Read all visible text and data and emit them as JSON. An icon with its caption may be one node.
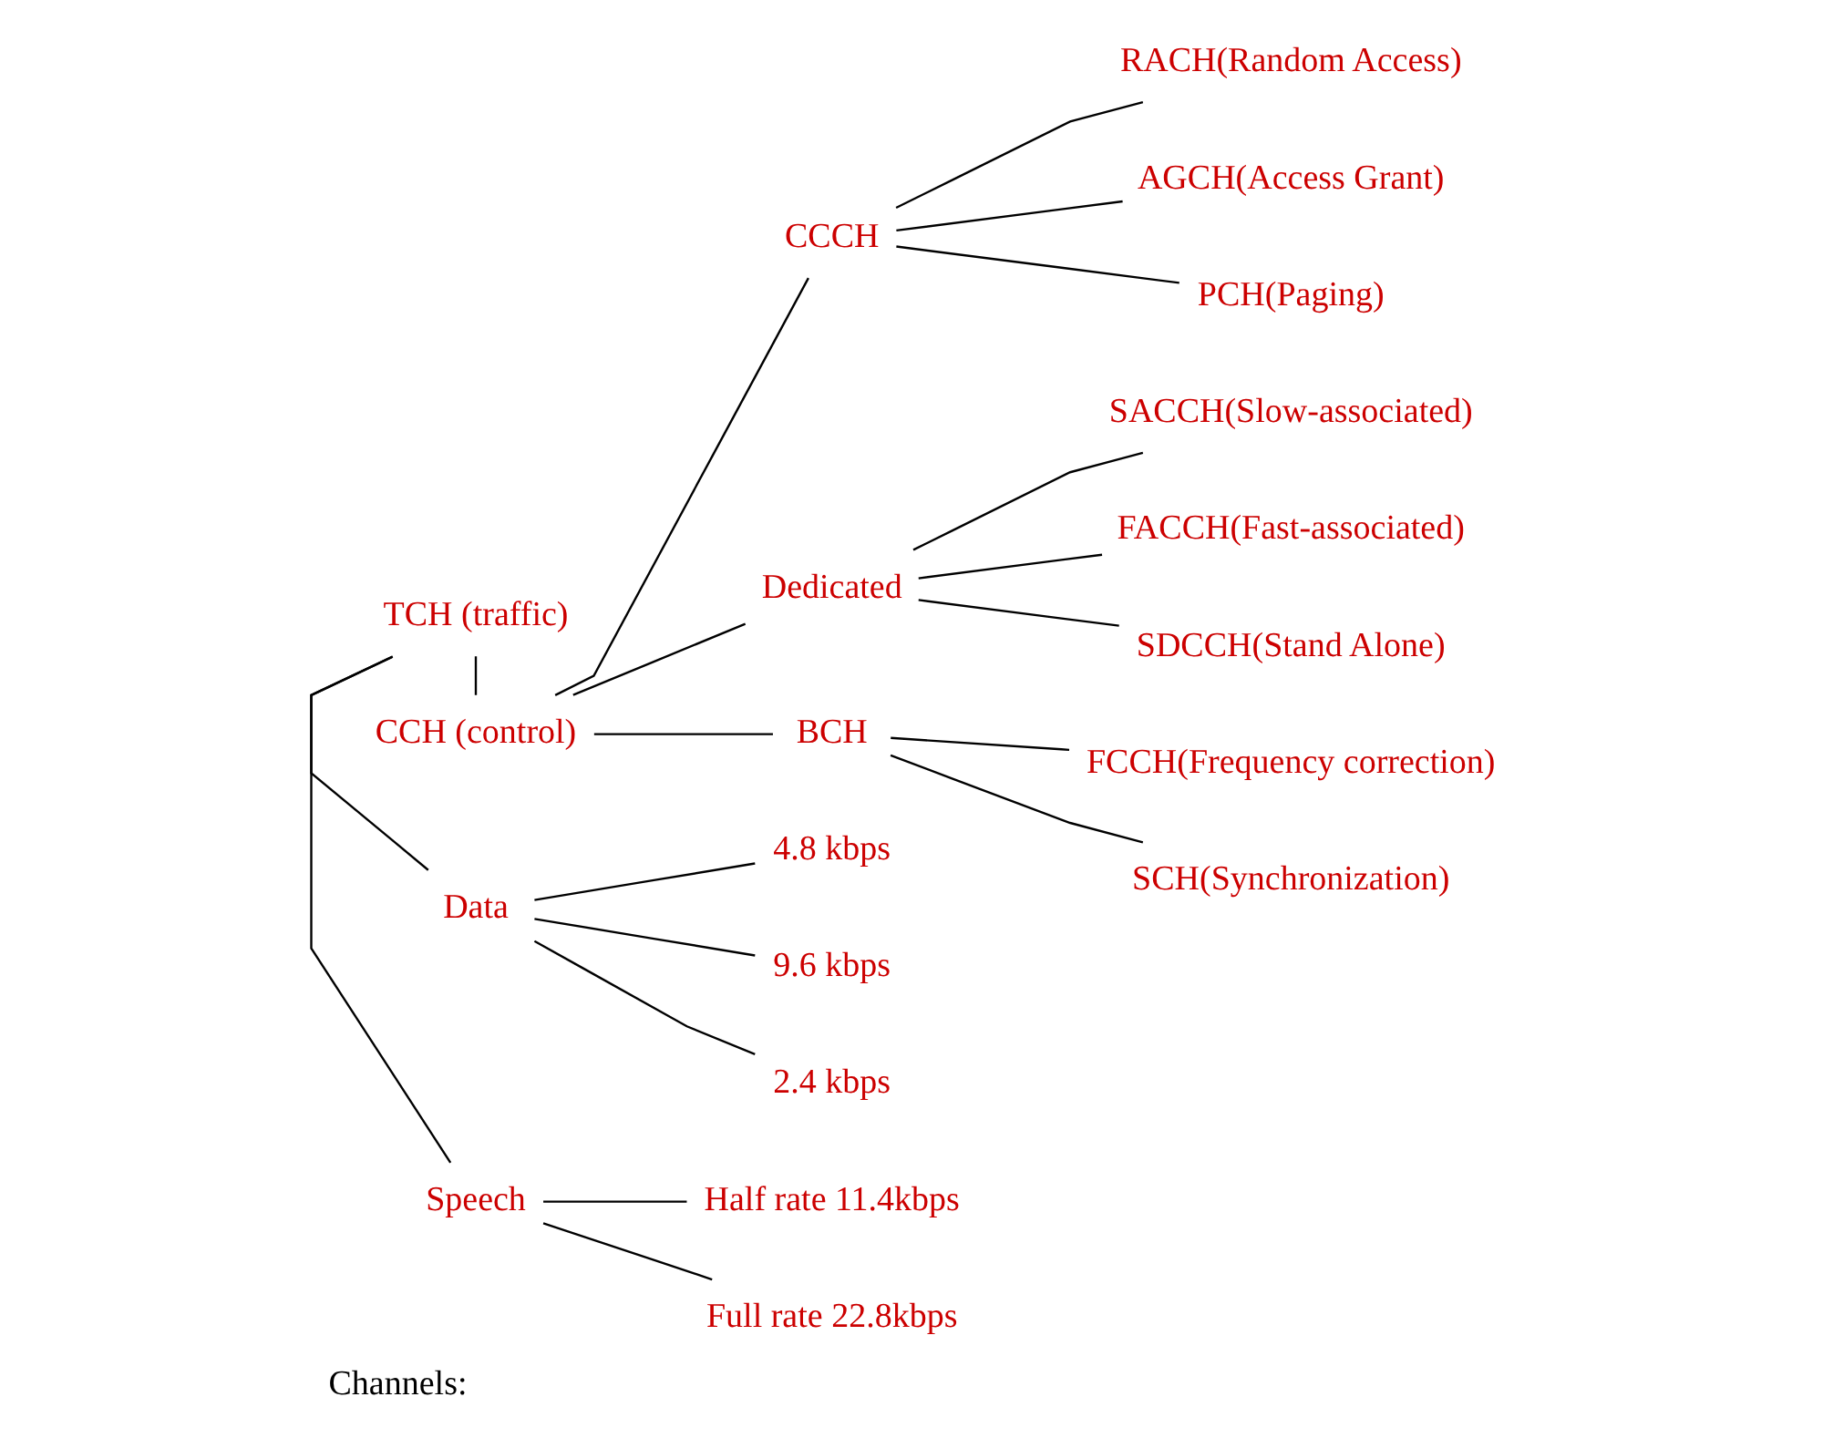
{
  "diagram": {
    "caption": "Channels:",
    "nodes": [
      {
        "text": [
          "TCH (traffic)"
        ]
      },
      {
        "text": [
          "Speech"
        ]
      },
      {
        "text": [
          "Half rate 11.4kbps"
        ]
      },
      {
        "text": [
          "Full rate 22.8kbps"
        ]
      },
      {
        "text": [
          "Data"
        ]
      },
      {
        "text": [
          "2.4 kbps"
        ]
      },
      {
        "text": [
          "4.8 kbps"
        ]
      },
      {
        "text": [
          "9.6 kbps"
        ]
      },
      {
        "text": [
          "CCH (control)"
        ]
      },
      {
        "text": [
          "BCH"
        ]
      },
      {
        "text": [
          "FCCH(Frequency correction)"
        ]
      },
      {
        "text": [
          "SCH(Synchronization)"
        ]
      },
      {
        "text": [
          "CCCH"
        ]
      },
      {
        "text": [
          "PCH(Paging)"
        ]
      },
      {
        "text": [
          "RACH(Random Access)"
        ]
      },
      {
        "text": [
          "AGCH(Access Grant)"
        ]
      },
      {
        "text": [
          "Dedicated"
        ]
      },
      {
        "text": [
          "SDCCH(Stand Alone)"
        ]
      },
      {
        "text": [
          "SACCH(Slow-associated)"
        ]
      },
      {
        "text": [
          "FACCH(Fast-associated)"
        ]
      }
    ],
    "edges": [
      {
        "from": 0,
        "to": 8,
        "arrow": "none"
      },
      {
        "from": 0,
        "to": 1,
        "arrow": "none"
      },
      {
        "from": 1,
        "to": 2,
        "arrow": "none"
      },
      {
        "from": 1,
        "to": 3,
        "arrow": "none"
      },
      {
        "from": 0,
        "to": 4,
        "arrow": "none"
      },
      {
        "from": 4,
        "to": 5,
        "arrow": "none"
      },
      {
        "from": 4,
        "to": 6,
        "arrow": "none"
      },
      {
        "from": 4,
        "to": 7,
        "arrow": "none"
      },
      {
        "from": 8,
        "to": 9,
        "arrow": "none"
      },
      {
        "from": 9,
        "to": 10,
        "arrow": "none"
      },
      {
        "from": 9,
        "to": 11,
        "arrow": "none"
      },
      {
        "from": 8,
        "to": 12,
        "arrow": "none"
      },
      {
        "from": 12,
        "to": 13,
        "arrow": "none"
      },
      {
        "from": 12,
        "to": 14,
        "arrow": "none"
      },
      {
        "from": 12,
        "to": 15,
        "arrow": "none"
      },
      {
        "from": 8,
        "to": 16,
        "arrow": "none"
      },
      {
        "from": 16,
        "to": 17,
        "arrow": "none"
      },
      {
        "from": 16,
        "to": 18,
        "arrow": "none"
      },
      {
        "from": 16,
        "to": 19,
        "arrow": "none"
      }
    ]
  }
}
